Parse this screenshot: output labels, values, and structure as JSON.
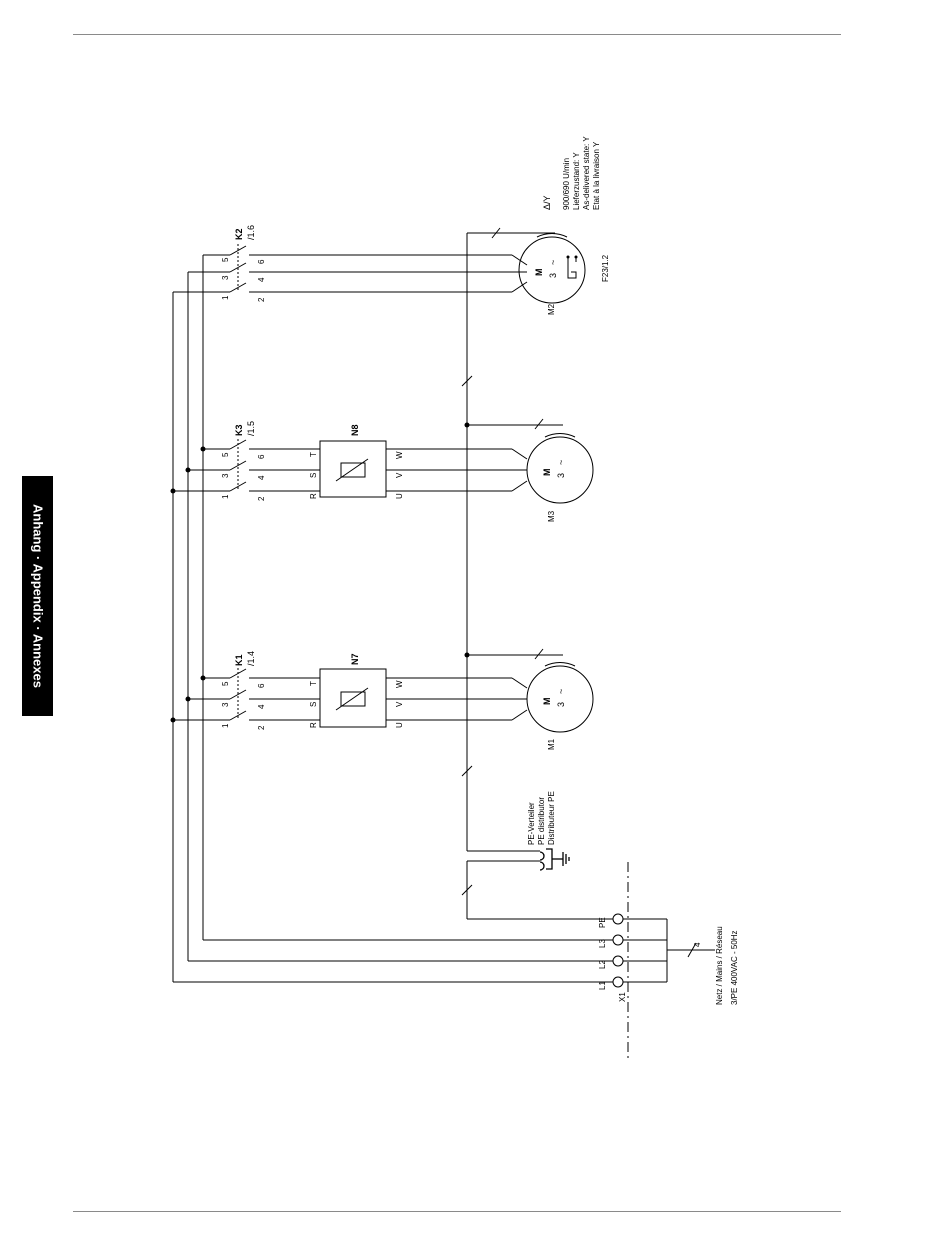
{
  "side_tab": "Anhang · Appendix · Annexes",
  "mains": {
    "label": "X1",
    "line1": "Netz / Mains / Réseau",
    "line2": "3/PE 400VAC - 50Hz",
    "wires": "4",
    "terminals": [
      "L1",
      "L2",
      "L3",
      "PE"
    ]
  },
  "pe_distributor": {
    "line1": "PE-Verteiler",
    "line2": "PE distributor",
    "line3": "Distributeur PE"
  },
  "contactors": [
    {
      "name": "K1",
      "ref": "/1.4"
    },
    {
      "name": "K3",
      "ref": "/1.5"
    },
    {
      "name": "K2",
      "ref": "/1.6"
    }
  ],
  "contact_numbers": {
    "top": [
      "1",
      "3",
      "5"
    ],
    "bottom": [
      "2",
      "4",
      "6"
    ]
  },
  "controllers": [
    {
      "name": "N7"
    },
    {
      "name": "N8"
    }
  ],
  "controller_terminals": {
    "input": [
      "R",
      "S",
      "T"
    ],
    "output": [
      "U",
      "V",
      "W"
    ]
  },
  "motors": [
    {
      "name": "M1",
      "symbol": "M",
      "phases": "3",
      "tilde": "~"
    },
    {
      "name": "M3",
      "symbol": "M",
      "phases": "3",
      "tilde": "~"
    },
    {
      "name": "M2",
      "symbol": "M",
      "phases": "3",
      "tilde": "~"
    }
  ],
  "thermal_contact": "F23/1.2",
  "m2_note": {
    "line1": "Δ/Y",
    "line2": "900/690 U/min",
    "line3": "Lieferzustand: Y",
    "line4": "As-delivered state: Y",
    "line5": "Etat à la livraison Y"
  }
}
